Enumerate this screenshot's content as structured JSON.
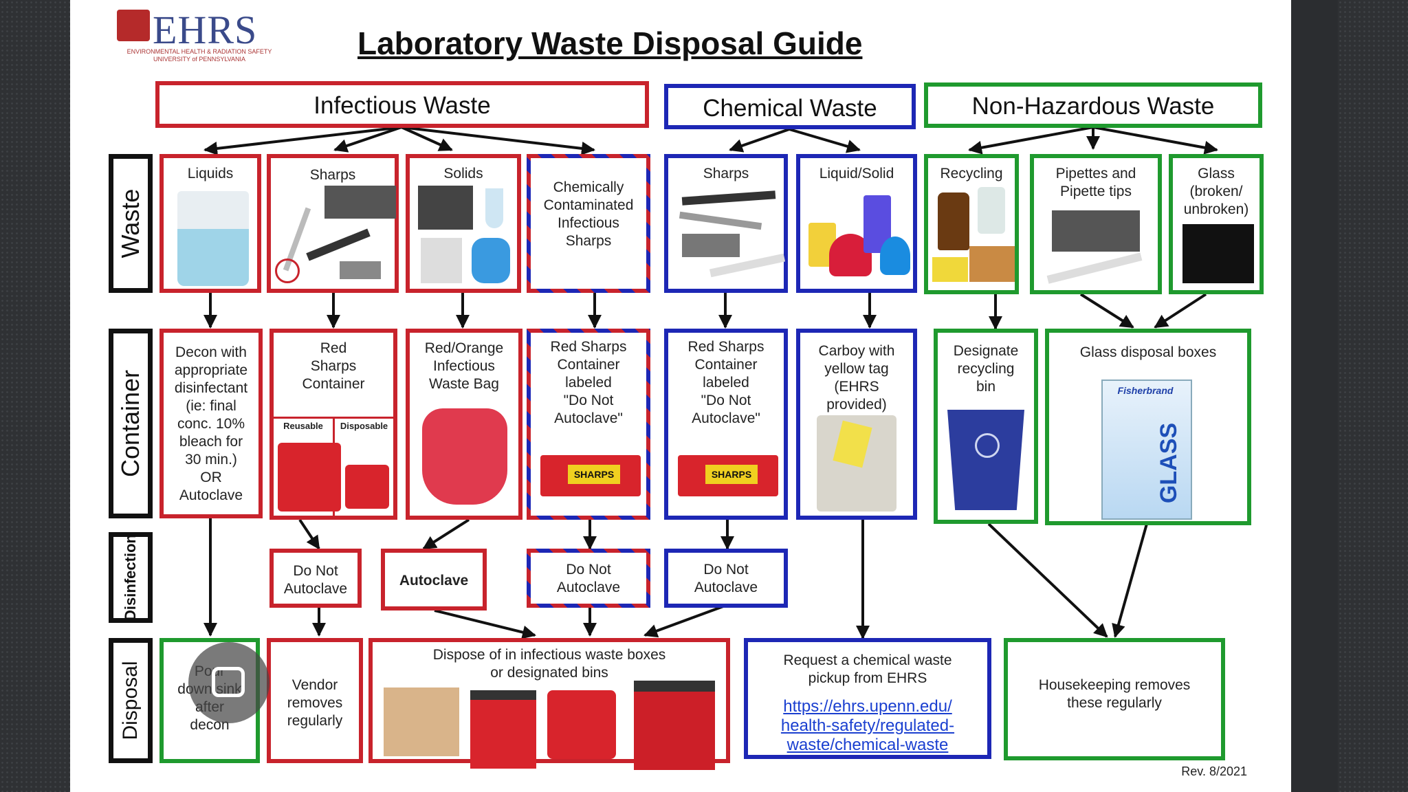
{
  "title": "Laboratory Waste Disposal Guide",
  "logo": {
    "text": "EHRS",
    "sub": "ENVIRONMENTAL HEALTH & RADIATION SAFETY\nUNIVERSITY of PENNSYLVANIA"
  },
  "row_labels": {
    "waste": "Waste",
    "container": "Container",
    "disinfection": "Disinfection",
    "disposal": "Disposal"
  },
  "categories": {
    "infectious": "Infectious Waste",
    "chemical": "Chemical Waste",
    "nonhaz": "Non-Hazardous Waste"
  },
  "waste": {
    "liquids": "Liquids",
    "sharps_inf": "Sharps",
    "solids": "Solids",
    "chem_cont": "Chemically\nContaminated\nInfectious\nSharps",
    "sharps_chem": "Sharps",
    "liquid_solid": "Liquid/Solid",
    "recycling": "Recycling",
    "pipettes": "Pipettes and\nPipette tips",
    "glass": "Glass\n(broken/\nunbroken)"
  },
  "container": {
    "decon": "Decon with\nappropriate\ndisinfectant\n(ie: final\nconc. 10%\nbleach for\n30 min.)\nOR\nAutoclave",
    "red_sharps": "Red\nSharps\nContainer",
    "reusable": "Reusable",
    "disposable": "Disposable",
    "bag": "Red/Orange\nInfectious\nWaste Bag",
    "red_sharps_labeled_1": "Red Sharps\nContainer\nlabeled\n\"Do Not\nAutoclave\"",
    "red_sharps_labeled_2": "Red Sharps\nContainer\nlabeled\n\"Do Not\nAutoclave\"",
    "carboy": "Carboy with\nyellow tag\n(EHRS\nprovided)",
    "recycling_bin": "Designate\nrecycling\nbin",
    "glass_boxes": "Glass disposal boxes",
    "sharps_tag": "SHARPS",
    "glass_box_brand": "Fisherbrand",
    "glass_box_word": "GLASS"
  },
  "disinfection": {
    "do_not_1": "Do Not\nAutoclave",
    "autoclave": "Autoclave",
    "do_not_2": "Do Not\nAutoclave",
    "do_not_3": "Do Not\nAutoclave"
  },
  "disposal": {
    "sink": "Pour\ndown sink\nafter\ndecon",
    "vendor": "Vendor\nremoves\nregularly",
    "infectious_boxes": "Dispose of in infectious waste boxes\nor designated bins",
    "chem_request": "Request a chemical waste\npickup from EHRS",
    "chem_link": "https://ehrs.upenn.edu/\nhealth-safety/regulated-\nwaste/chemical-waste",
    "housekeeping": "Housekeeping removes\nthese regularly"
  },
  "revision": "Rev. 8/2021",
  "colors": {
    "infectious": "#c8232c",
    "chemical": "#1d27b5",
    "nonhaz": "#1f9a2e"
  },
  "icons": [
    "biohazard-icon",
    "recycle-icon",
    "lens-icon"
  ]
}
